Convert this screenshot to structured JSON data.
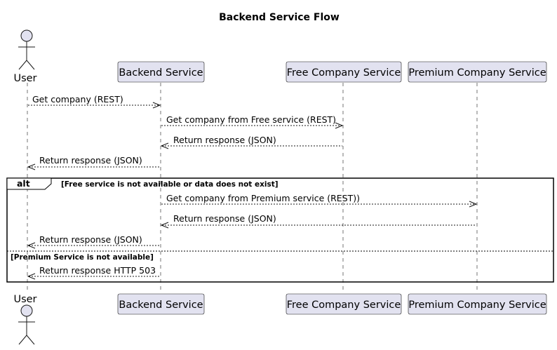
{
  "title": "Backend Service Flow",
  "participants": {
    "user": "User",
    "backend": "Backend Service",
    "free": "Free Company Service",
    "premium": "Premium Company Service"
  },
  "messages": [
    "Get company (REST)",
    "Get company from Free service (REST)",
    "Return response (JSON)",
    "Return response (JSON)",
    "Get company from Premium service (REST))",
    "Return response (JSON)",
    "Return response (JSON)",
    "Return response HTTP 503"
  ],
  "alt": {
    "keyword": "alt",
    "guard1": "[Free service is not available or data does not exist]",
    "guard2": "[Premium Service is not available]"
  }
}
